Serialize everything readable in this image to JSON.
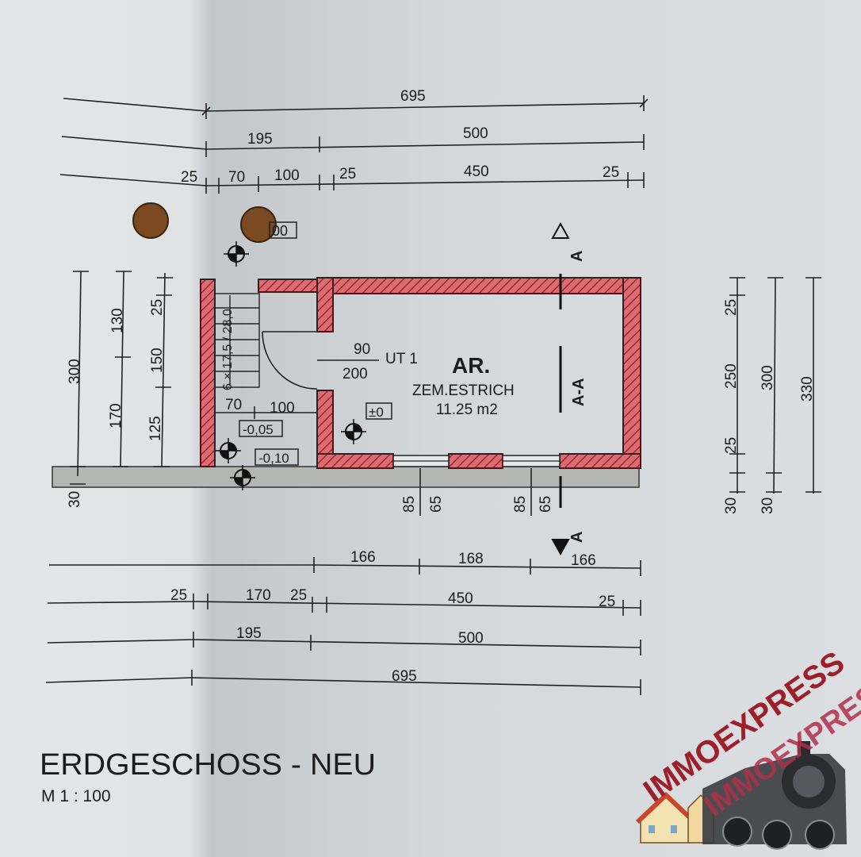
{
  "drawing": {
    "title": "ERDGESCHOSS - NEU",
    "scale": "M 1 : 100"
  },
  "room": {
    "code": "AR.",
    "floor": "ZEM.ESTRICH",
    "area": "11.25 m2",
    "door_width": "90",
    "door_height": "200",
    "door_tag": "UT 1"
  },
  "levels": {
    "room": "±0",
    "stair_landing": "-0,05",
    "outside": "-0,10",
    "partial_top": "00"
  },
  "stair": {
    "label": "6 × 17,5 / 28,0"
  },
  "section_marks": {
    "label": "A-A",
    "letter": "A"
  },
  "dims_top": {
    "row1": [
      "695"
    ],
    "row2": [
      "195",
      "500"
    ],
    "row3": [
      "25",
      "70",
      "100",
      "25",
      "450",
      "25"
    ]
  },
  "dims_bottom": {
    "row1": [
      "166",
      "168",
      "166"
    ],
    "row2": [
      "25",
      "170",
      "25",
      "450",
      "25"
    ],
    "row3": [
      "195",
      "500"
    ],
    "row4": [
      "695"
    ]
  },
  "dims_left": {
    "outer": "300",
    "upper": [
      "130",
      "170"
    ],
    "inner": [
      "25",
      "150",
      "125"
    ],
    "base": "30"
  },
  "dims_right": {
    "inner": [
      "25",
      "250",
      "25"
    ],
    "mid": "300",
    "outer": "330",
    "base": [
      "30",
      "30"
    ]
  },
  "interior_dims": {
    "a": "70",
    "b": "100"
  },
  "window_dims": [
    "85",
    "65",
    "85",
    "65"
  ],
  "watermark": {
    "text": "IMMOEXPRESS"
  }
}
